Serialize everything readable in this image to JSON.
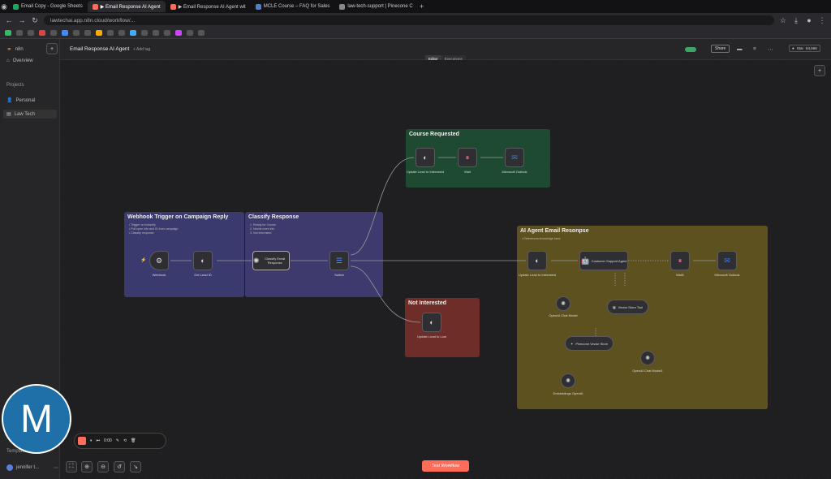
{
  "browser": {
    "tabs": [
      {
        "label": "Email Copy - Google Sheets",
        "color": "#1fa463"
      },
      {
        "label": "▶ Email Response AI Agent",
        "color": "#ff6d5a",
        "active": true
      },
      {
        "label": "▶ Email Response AI Agent wit",
        "color": "#ff6d5a"
      },
      {
        "label": "MCLE Course – FAQ for Sales",
        "color": "#4a7fd6"
      },
      {
        "label": "law-tech-support | Pinecone C",
        "color": "#888888"
      }
    ],
    "url": "lawtechai.app.n8n.cloud/workflow/..."
  },
  "sidebar": {
    "brand": "n8n",
    "overview": "Overview",
    "projects_header": "Projects",
    "personal": "Personal",
    "project": "Law Tech",
    "templates": "Templates",
    "user": "jennifer t..."
  },
  "topbar": {
    "workflow_name": "Email Response AI Agent",
    "add_tag": "+ Add tag",
    "tab_editor": "Editor",
    "tab_executions": "Executions",
    "share": "Share",
    "star": "Star",
    "star_count": "64,566"
  },
  "groups": {
    "webhook": {
      "title": "Webhook Trigger on Campaign Reply",
      "desc": [
        "• Trigger on instantly",
        "• Pull open info and ID from campaign",
        "• Classify response"
      ]
    },
    "classify": {
      "title": "Classify Response",
      "desc": [
        "1. Ready for Course",
        "2. Needs more info",
        "3. Not interested"
      ]
    },
    "course": {
      "title": "Course Requested"
    },
    "agent": {
      "title": "AI Agent Email Resonpse",
      "desc": [
        "• References knowledge base"
      ]
    },
    "notint": {
      "title": "Not Interested"
    }
  },
  "nodes": {
    "webhook": "Webhook",
    "get_lead": "Get Lead ID",
    "classify": "Classify Email Response",
    "switch": "Switch",
    "update_interested": "Update Lead to Interested",
    "wait1": "Wait",
    "outlook1": "Microsoft Outlook",
    "update_lead_interested2": "Update Lead to Interested",
    "support_agent": "Customer Support Agent",
    "wait2": "Wait1",
    "outlook2": "Microsoft Outlook",
    "openai_chat": "OpenAI Chat Model",
    "vector_tool": "Vector Store Tool",
    "pinecone": "Pinecone Vector Store",
    "openai_chat2": "OpenAI Chat Model1",
    "embeddings": "Embeddings OpenAI",
    "update_lost": "Update Lead to Lost"
  },
  "recorder": {
    "time": "0:00"
  },
  "execute_button": "Test Workflow"
}
